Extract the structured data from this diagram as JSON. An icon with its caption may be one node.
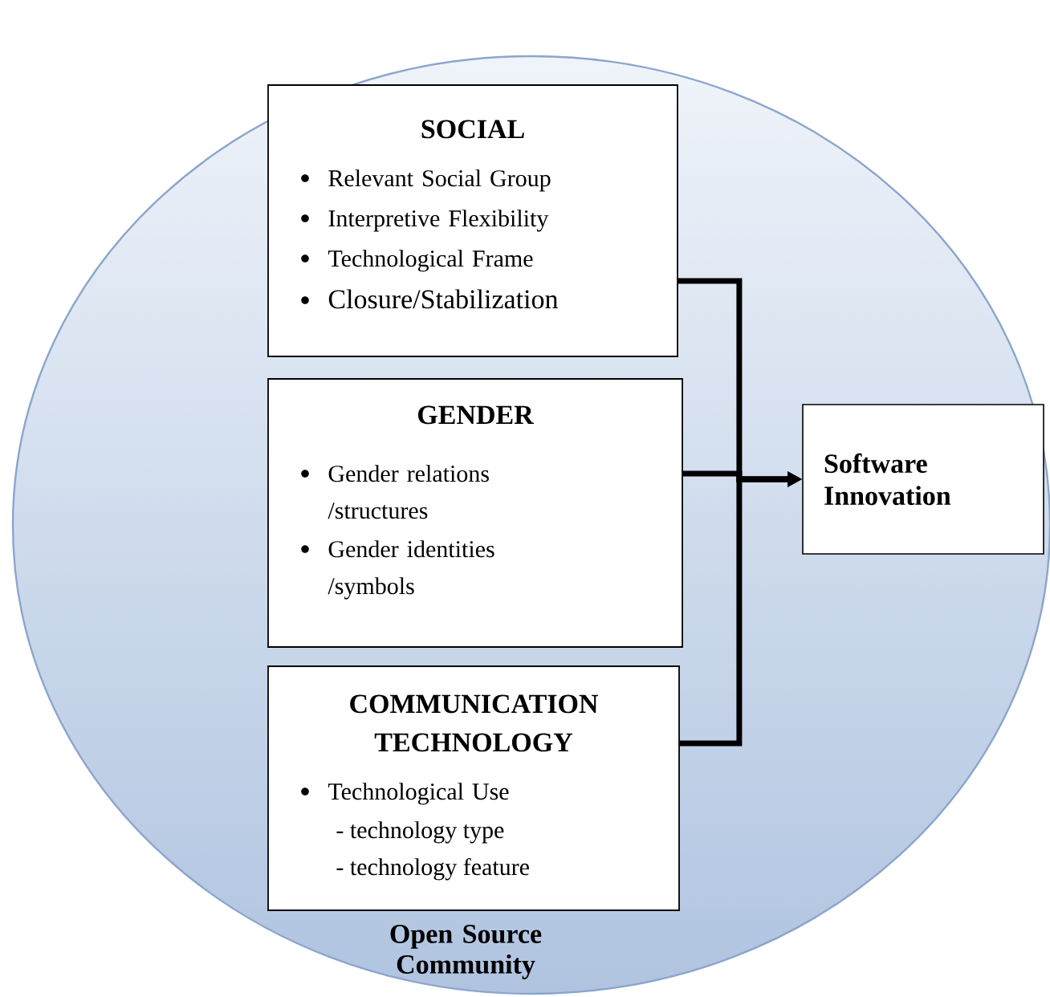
{
  "diagram": {
    "nodes": [
      {
        "text": [
          "Open Source Community"
        ]
      },
      {
        "text": [
          "SOCIAL",
          "Relevant Social Group",
          "Interpretive Flexibility",
          "Technological Frame",
          "Closure/Stabilization"
        ],
        "in": 0
      },
      {
        "text": [
          "GENDER",
          "Gender relations /structures",
          "Gender identities /symbols"
        ],
        "in": 0
      },
      {
        "text": [
          "COMMUNICATION TECHNOLOGY",
          "Technological Use",
          "- technology type",
          "- technology feature"
        ],
        "in": 0
      },
      {
        "text": [
          "Software Innovation"
        ],
        "in": 0
      }
    ],
    "edges": [
      {
        "from": 1,
        "to": 4,
        "arrow": "to"
      },
      {
        "from": 2,
        "to": 4,
        "arrow": "to"
      },
      {
        "from": 3,
        "to": 4,
        "arrow": "to"
      }
    ]
  }
}
